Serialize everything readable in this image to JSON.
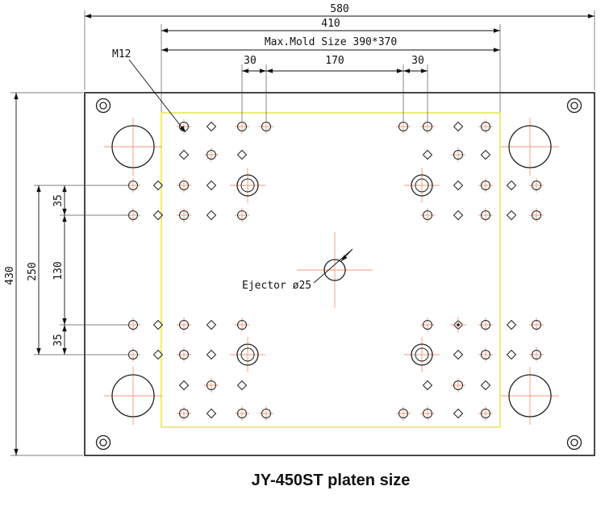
{
  "title": "JY-450ST platen size",
  "labels": {
    "thread": "M12",
    "ejector": "Ejector ø25"
  },
  "dimensions": {
    "overall_width": "580",
    "mold_area_width": "410",
    "max_mold_size": "Max.Mold Size 390*370",
    "hole_offset_left": "30",
    "hole_span_center": "170",
    "hole_offset_right": "30",
    "overall_height": "430",
    "bolt_rows_span": "250",
    "center_span": "130",
    "row_gap_top": "35",
    "row_gap_bottom": "35"
  }
}
